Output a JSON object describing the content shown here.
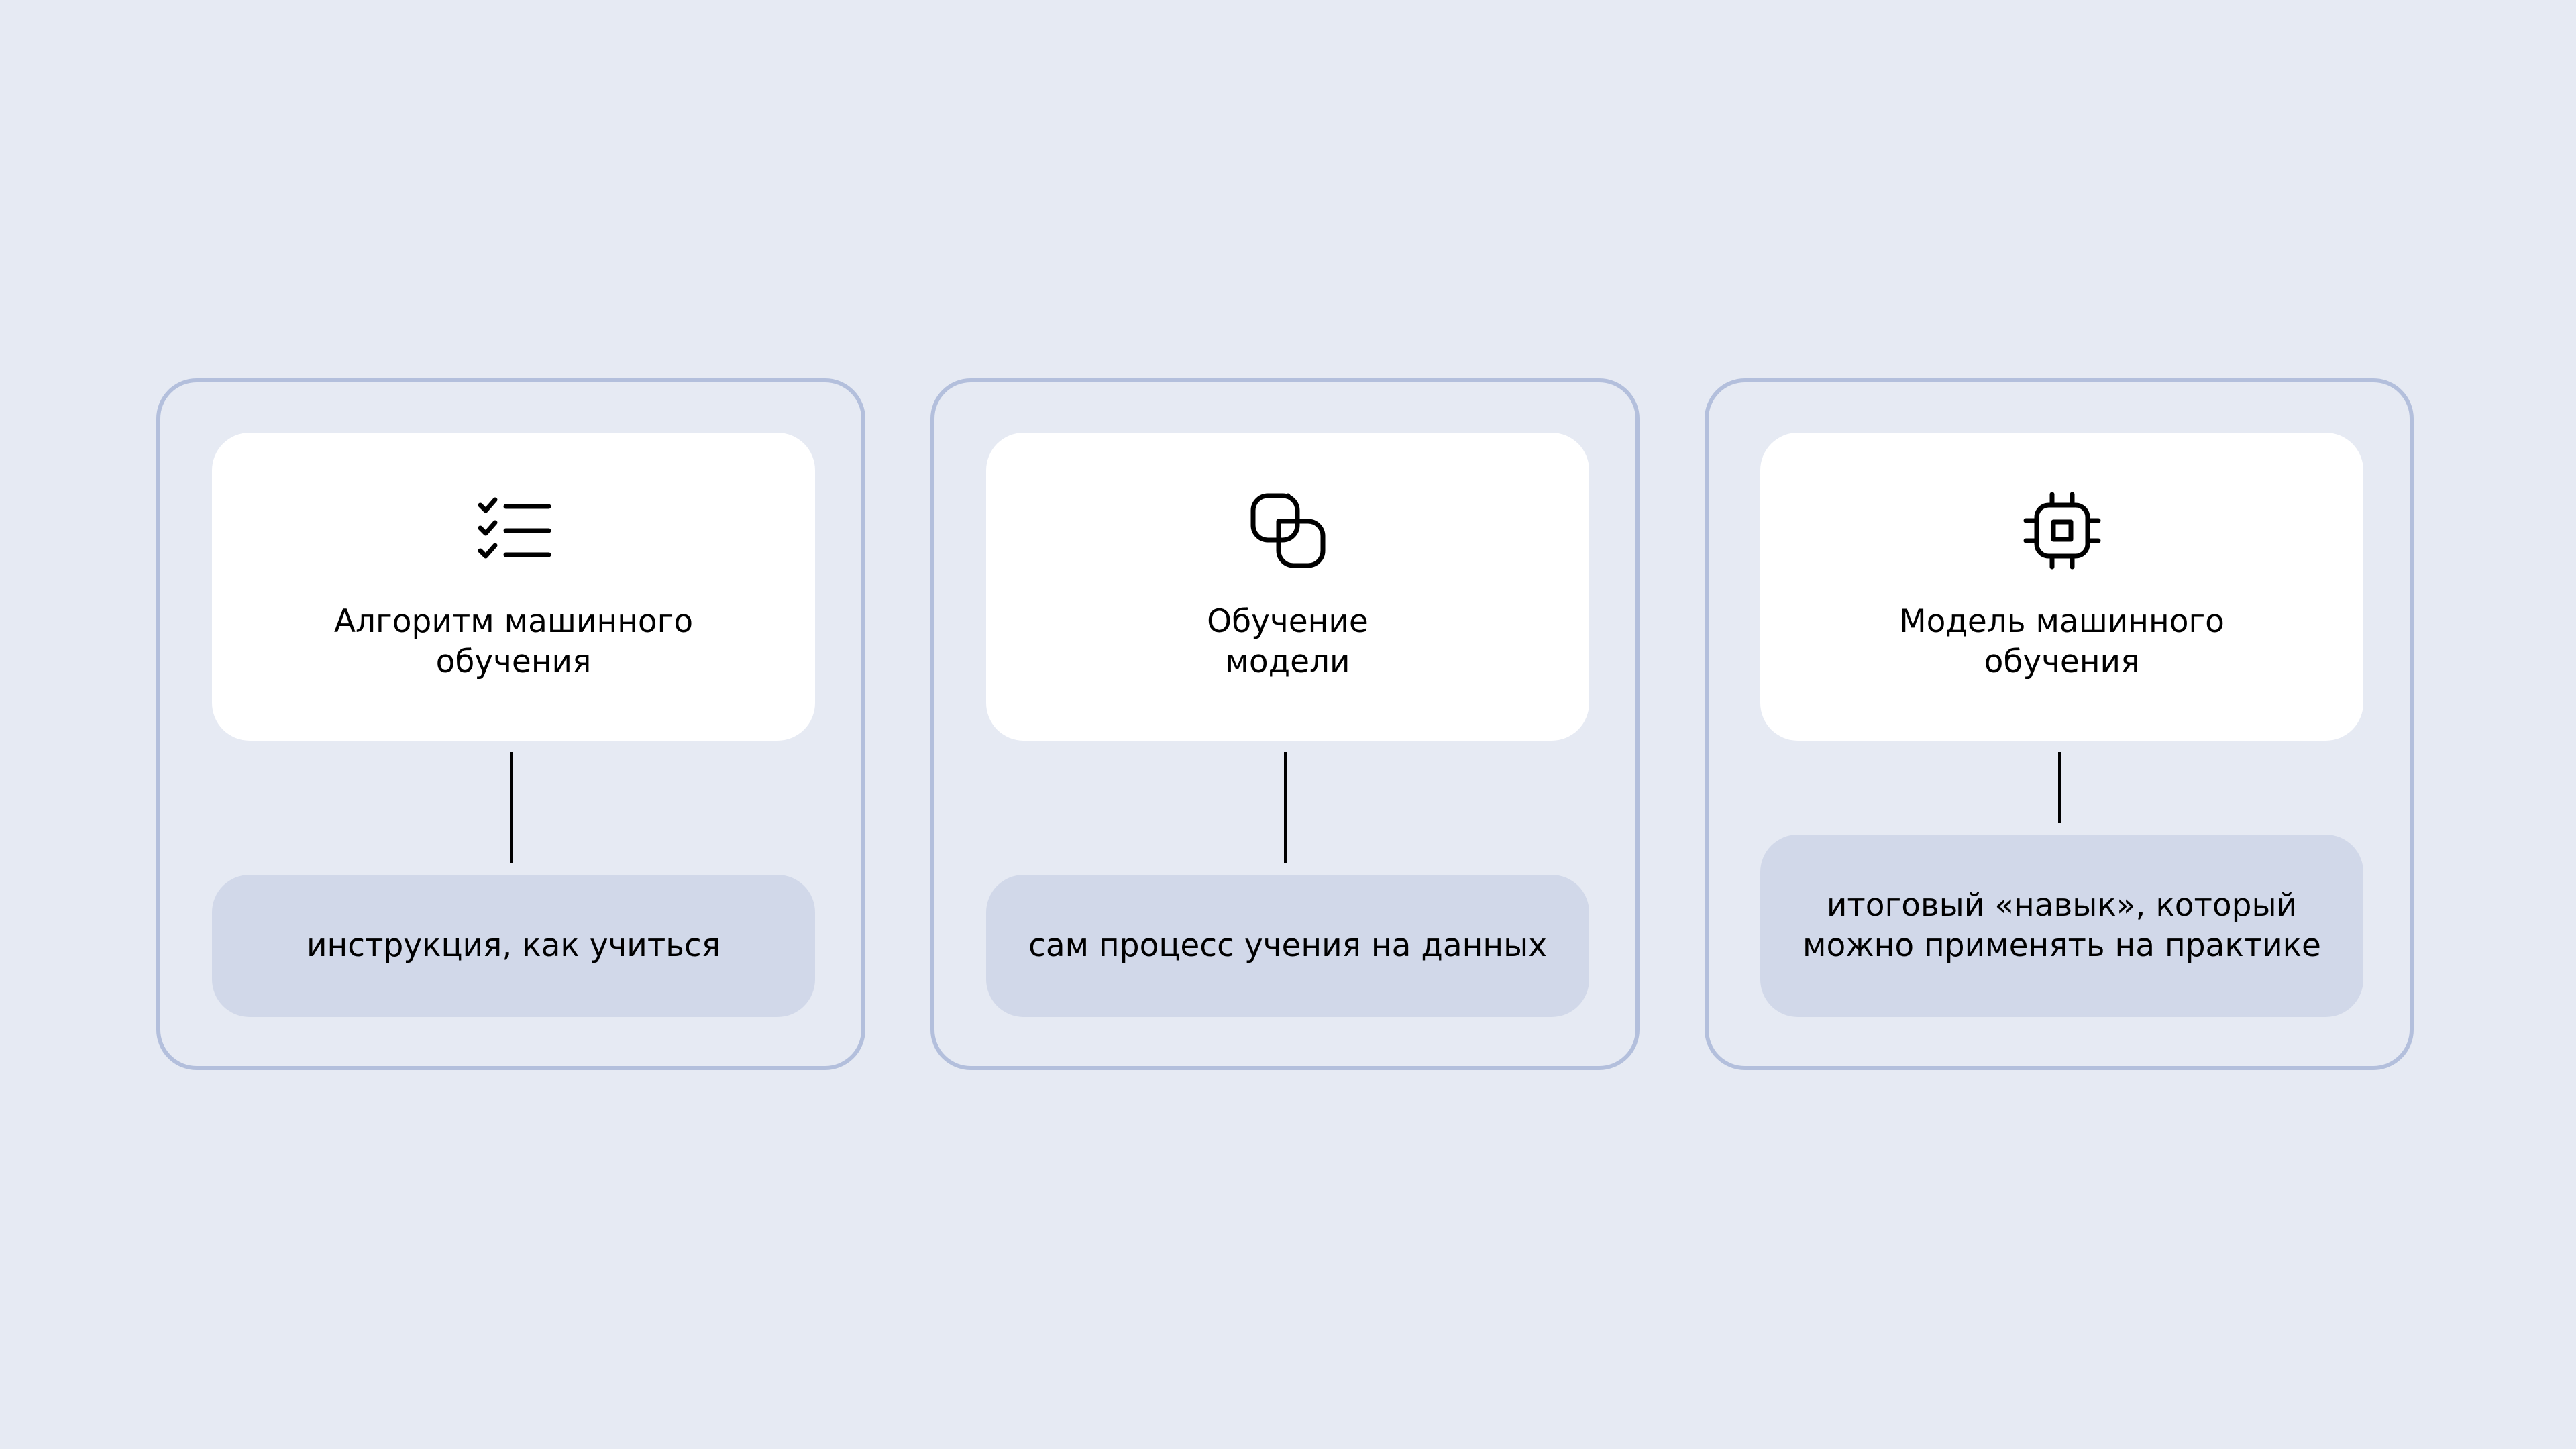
{
  "colors": {
    "background": "#e6eaf3",
    "card_border": "#b3bfdc",
    "top_box": "#ffffff",
    "bottom_box": "#d1d8e9",
    "text": "#000000"
  },
  "cards": [
    {
      "icon": "checklist-icon",
      "title": "Алгоритм машинного\nобучения",
      "description": "инструкция, как учиться"
    },
    {
      "icon": "overlapping-shapes-icon",
      "title": "Обучение\nмодели",
      "description": "сам процесс учения на данных"
    },
    {
      "icon": "chip-icon",
      "title": "Модель машинного\nобучения",
      "description": "итоговый «навык», который\nможно применять на практике"
    }
  ]
}
